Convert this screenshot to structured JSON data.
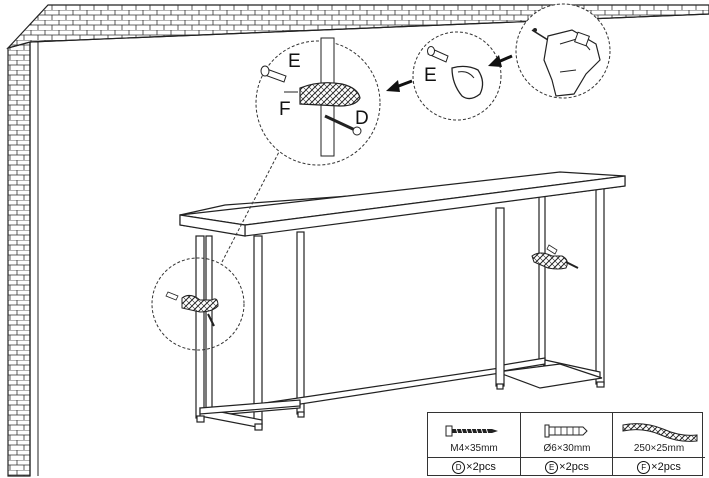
{
  "callouts": {
    "detail_main": {
      "screw": "D",
      "anchor": "E",
      "strap": "F"
    },
    "detail_drill": {
      "anchor": "E"
    }
  },
  "parts": [
    {
      "letter": "D",
      "size": "M4×35mm",
      "qty": "×2pcs",
      "icon": "screw-icon"
    },
    {
      "letter": "E",
      "size": "Ø6×30mm",
      "qty": "×2pcs",
      "icon": "wall-anchor-icon"
    },
    {
      "letter": "F",
      "size": "250×25mm",
      "qty": "×2pcs",
      "icon": "strap-icon"
    }
  ]
}
